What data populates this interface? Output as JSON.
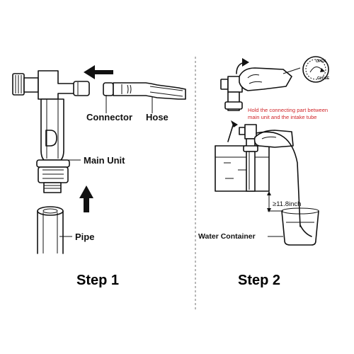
{
  "step1": {
    "connector_label": "Connector",
    "hose_label": "Hose",
    "main_unit_label": "Main Unit",
    "pipe_label": "Pipe",
    "step_label": "Step 1"
  },
  "step2": {
    "dial_open": "OPEN",
    "dial_close": "CLOSE",
    "instruction_line1": "Hold the connecting part between",
    "instruction_line2": "main unit and the intake tube",
    "height_label": "≥11.8inch",
    "water_container_label": "Water Container",
    "step_label": "Step 2"
  },
  "colors": {
    "ink": "#111111",
    "accent_red": "#d1262a",
    "background": "#ffffff",
    "divider": "#888888"
  }
}
